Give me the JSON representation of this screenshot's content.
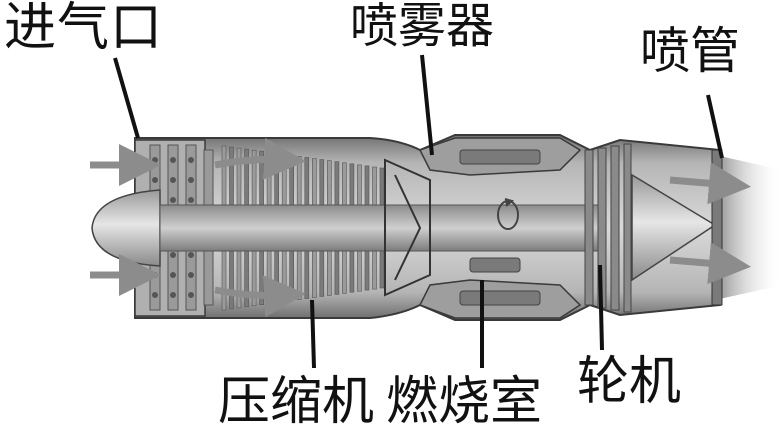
{
  "labels": {
    "inlet": "进气口",
    "injector": "喷雾器",
    "nozzle": "喷管",
    "compressor": "压缩机",
    "combustor": "燃烧室",
    "turbine": "轮机"
  },
  "colors": {
    "casing": "#8a8a8a",
    "casing_dark": "#4a4a4a",
    "casing_light": "#c8c8c8",
    "blade": "#6e6e6e",
    "arrow": "#9a9a9a",
    "background": "#ffffff",
    "text": "#111111"
  }
}
